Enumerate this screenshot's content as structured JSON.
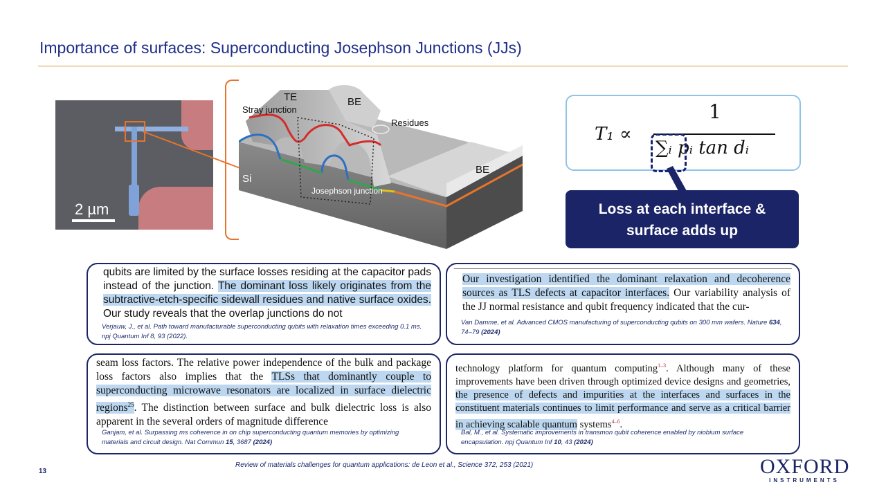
{
  "slide": {
    "title": "Importance of surfaces: Superconducting Josephson Junctions (JJs)",
    "page_number": "13"
  },
  "sem_image": {
    "scale_label": "2 µm"
  },
  "jj_figure": {
    "labels": {
      "te": "TE",
      "be_top": "BE",
      "be_right": "BE",
      "stray": "Stray junction",
      "residues": "Residues",
      "si": "Si",
      "josephson": "Josephson junction"
    }
  },
  "formula": {
    "lhs": "T₁ ∝",
    "numerator": "1",
    "denominator": "∑ᵢ pᵢ tan dᵢ"
  },
  "callout": {
    "line1": "Loss at each interface &",
    "line2": "surface adds up"
  },
  "quotes": [
    {
      "t1": "qubits are limited by the surface losses residing at the capacitor pads instead of the junction. ",
      "h1": "The dominant loss likely originates from the subtractive-etch-specific sidewall residues and native surface oxides.",
      "t2": " Our study reveals that the overlap junctions do not",
      "cite": "Verjauw, J., et al. Path toward manufacturable superconducting qubits with relaxation times exceeding 0.1 ms. npj Quantum Inf 8, 93 (2022)."
    },
    {
      "h1": "Our investigation identified the dominant relaxation and decoherence sources as TLS defects at capacitor interfaces.",
      "t1": " Our variability analysis of the JJ normal resistance and qubit frequency indicated that the cur-",
      "cite_a": "Van Damme, et al. Advanced CMOS manufacturing of superconducting qubits on 300 mm wafers. Nature ",
      "cite_b": "634",
      "cite_c": ", 74–79 ",
      "cite_d": "(2024)"
    },
    {
      "t1": "seam loss factors. The relative power independence of the bulk and package loss factors also implies that the ",
      "h1": "TLSs that dominantly couple to superconducting microwave resonators are localized in surface dielectric regions",
      "sup": "25",
      "t2": ". The distinction between surface and bulk dielectric loss is also apparent in the several orders of magnitude difference",
      "cite_a": "Ganjam, et al. Surpassing ms coherence in on chip superconducting quantum memories by optimizing materials and circuit design. Nat Commun ",
      "cite_b": "15",
      "cite_c": ", 3687 ",
      "cite_d": "(2024)"
    },
    {
      "t1": "technology platform for quantum computing",
      "sup1": "1–3",
      "t2": ". Although many of these improvements have been driven through optimized device designs and geometries, ",
      "h1": "the presence of defects and impurities at the interfaces and surfaces in the constituent materials continues to limit performance and serve as a critical barrier in achieving scalable quantum",
      "t3": " systems",
      "sup2": "4–6",
      "t4": ".",
      "cite_a": "Bal, M., et al. Systematic improvements in transmon qubit coherence enabled by niobium surface encapsulation. npj Quantum Inf ",
      "cite_b": "10",
      "cite_c": ", 43 ",
      "cite_d": "(2024)"
    }
  ],
  "footer": {
    "review": "Review of materials challenges for quantum applications: de Leon et al., Science 372, 253 (2021)",
    "logo_big": "OXFORD",
    "logo_small": "INSTRUMENTS"
  },
  "colors": {
    "accent_orange": "#e6742e",
    "navy": "#1b2467",
    "highlight": "#bcd7ef",
    "formula_border": "#8fc3e8"
  }
}
